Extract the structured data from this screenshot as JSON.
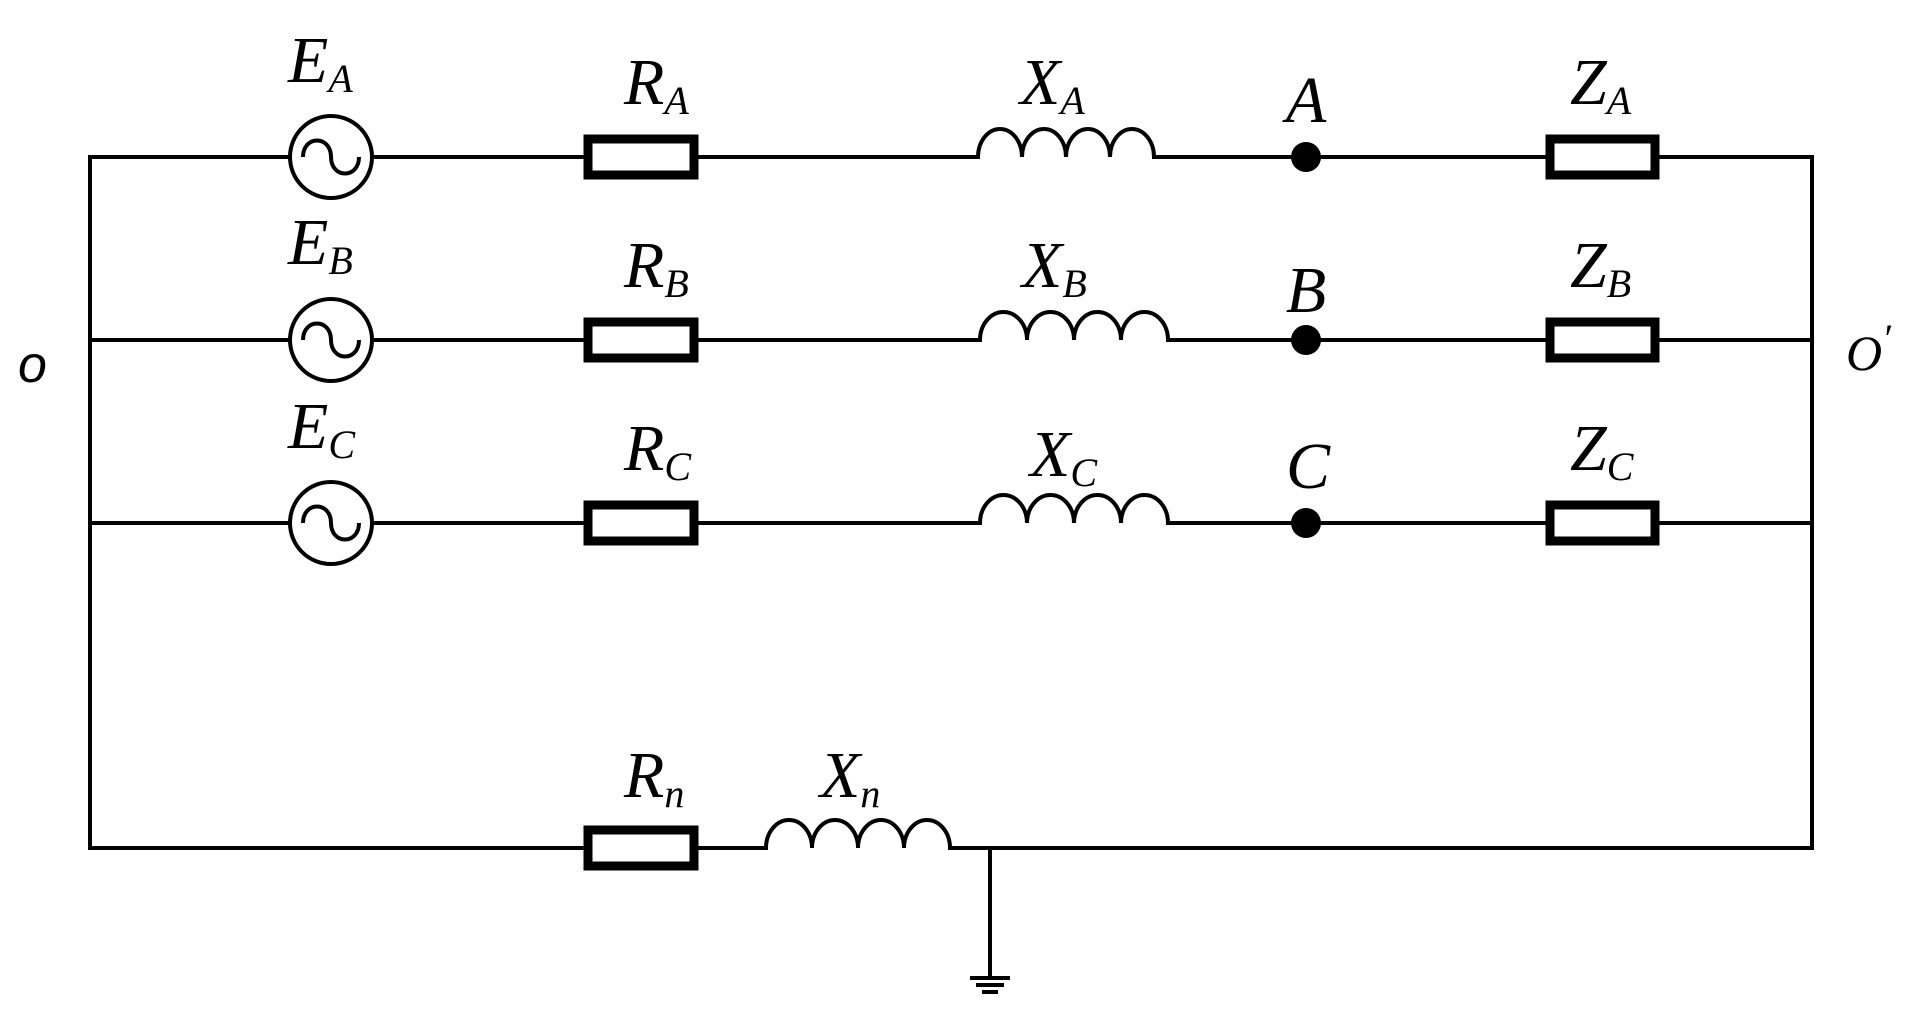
{
  "nodes": {
    "left": "o",
    "right_main": "O",
    "right_prime": "′"
  },
  "phases": [
    {
      "source": {
        "main": "E",
        "sub": "A"
      },
      "resistor": {
        "main": "R",
        "sub": "A"
      },
      "reactance": {
        "main": "X",
        "sub": "A"
      },
      "node": "A",
      "load": {
        "main": "Z",
        "sub": "A"
      }
    },
    {
      "source": {
        "main": "E",
        "sub": "B"
      },
      "resistor": {
        "main": "R",
        "sub": "B"
      },
      "reactance": {
        "main": "X",
        "sub": "B"
      },
      "node": "B",
      "load": {
        "main": "Z",
        "sub": "B"
      }
    },
    {
      "source": {
        "main": "E",
        "sub": "C"
      },
      "resistor": {
        "main": "R",
        "sub": "C"
      },
      "reactance": {
        "main": "X",
        "sub": "C"
      },
      "node": "C",
      "load": {
        "main": "Z",
        "sub": "C"
      }
    }
  ],
  "neutral": {
    "resistor": {
      "main": "R",
      "sub": "n"
    },
    "reactance": {
      "main": "X",
      "sub": "n"
    }
  }
}
